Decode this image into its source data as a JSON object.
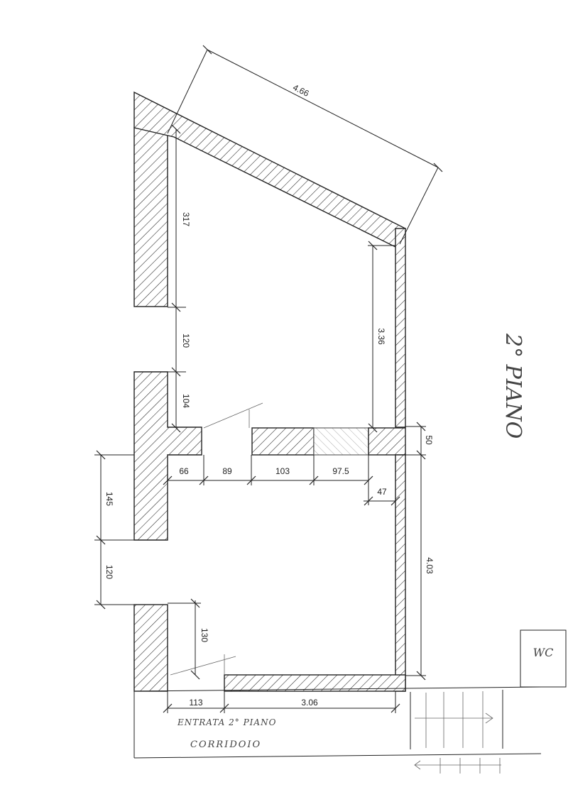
{
  "dimensions": {
    "d_466": "4.66",
    "d_317": "317",
    "d_120_top": "120",
    "d_104": "104",
    "d_336": "3.36",
    "d_50": "50",
    "d_66": "66",
    "d_89": "89",
    "d_103": "103",
    "d_975": "97.5",
    "d_47": "47",
    "d_145": "145",
    "d_120_bottom": "120",
    "d_403": "4.03",
    "d_130": "130",
    "d_113": "113",
    "d_306": "3.06"
  },
  "labels": {
    "floor": "2° PIANO",
    "wc": "WC",
    "entrance": "ENTRATA 2° PIANO",
    "corridor": "CORRIDOIO"
  }
}
